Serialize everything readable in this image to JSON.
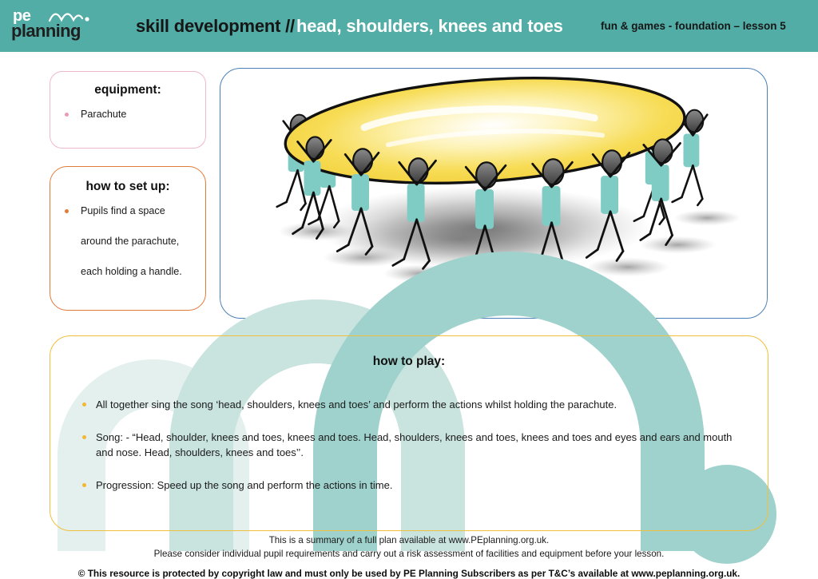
{
  "header": {
    "logo": {
      "line1": "pe",
      "line2": "planning",
      "squiggle_icon": "wave-squiggle-icon"
    },
    "title_prefix": "skill development //",
    "title_main": "head, shoulders, knees and toes",
    "lesson_meta": "fun & games - foundation – lesson 5",
    "bg_color": "#52ada6"
  },
  "equipment": {
    "heading": "equipment:",
    "border_color": "#f0b8cf",
    "bullet_color": "#ea9ab8",
    "items": [
      "Parachute"
    ]
  },
  "setup": {
    "heading": "how to set up:",
    "border_color": "#e07b39",
    "bullet_color": "#e07b39",
    "lines": [
      "Pupils find a space",
      "around the parachute,",
      "each holding a handle."
    ]
  },
  "illustration": {
    "border_color": "#4a80b8",
    "alt": "Children in a circle holding a yellow parachute",
    "parachute_color": "#f5d547",
    "shirt_color": "#7fccc4",
    "shadow_color": "#555555"
  },
  "play": {
    "heading": "how to play:",
    "border_color": "#f0c03c",
    "bullet_color": "#f3b730",
    "items": [
      "All together sing the song ‘head, shoulders, knees and toes’ and perform the actions whilst holding the parachute.",
      "Song: - “Head, shoulder, knees and toes, knees and toes. Head, shoulders, knees and toes, knees and toes and eyes and ears and mouth and nose. Head, shoulders, knees and toes’’.",
      "Progression: Speed up the song and perform the actions in time."
    ]
  },
  "watermark": {
    "pale_color": "#e3f0ee",
    "mid_color": "#c9e3df",
    "strong_color": "#9fd2cc"
  },
  "footer": {
    "line1": "This is a summary of a full plan available at www.PEplanning.org.uk.",
    "line2": "Please consider individual pupil requirements and carry out a risk assessment of facilities and equipment before your lesson.",
    "copyright": "© This resource is protected by copyright law and must only be used by PE Planning Subscribers as per T&C’s available at www.peplanning.org.uk."
  }
}
